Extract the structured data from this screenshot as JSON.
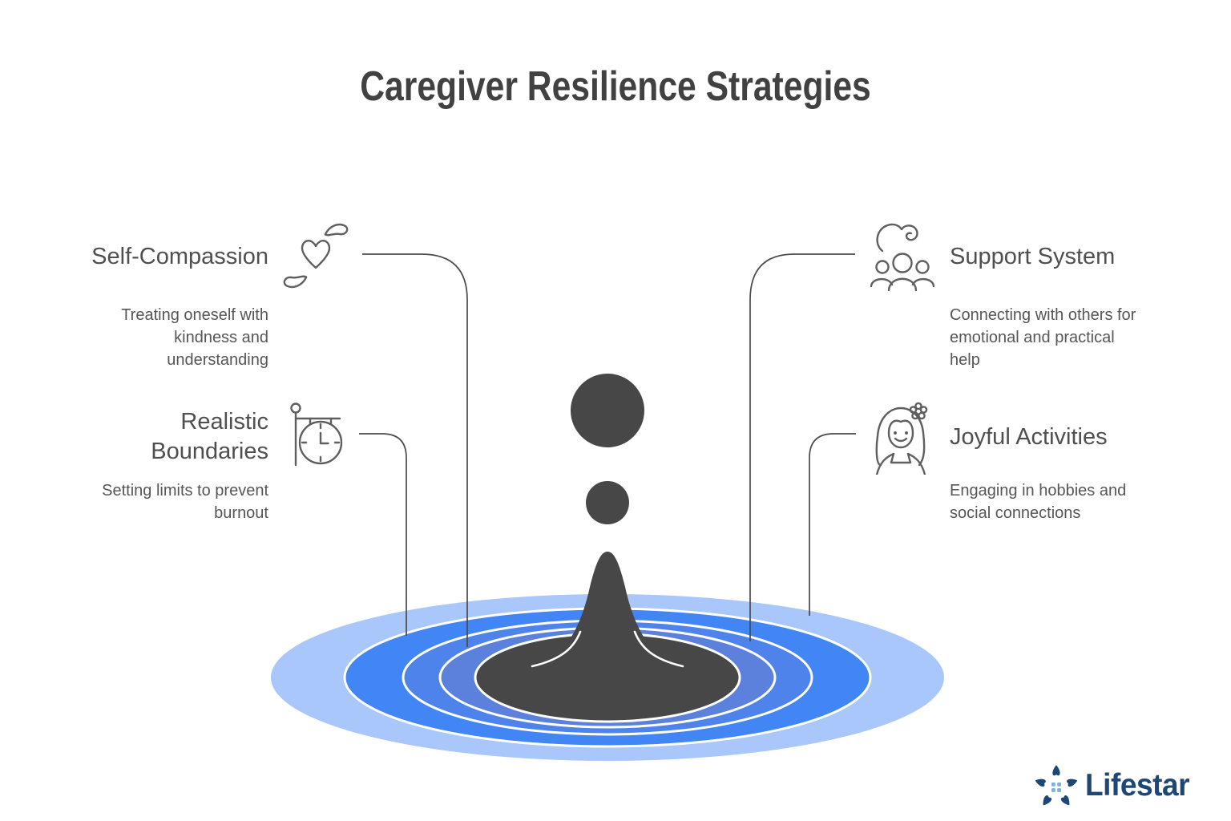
{
  "title": "Caregiver Resilience Strategies",
  "sections": {
    "self_compassion": {
      "title": "Self-Compassion",
      "description": "Treating oneself with kindness and understanding",
      "icon": "hands-holding-heart-icon"
    },
    "realistic_boundaries": {
      "title": "Realistic Boundaries",
      "description": "Setting limits to prevent burnout",
      "icon": "hanging-clock-icon"
    },
    "support_system": {
      "title": "Support System",
      "description": "Connecting with others for emotional and practical help",
      "icon": "hand-over-people-icon"
    },
    "joyful_activities": {
      "title": "Joyful Activities",
      "description": "Engaging in hobbies and social connections",
      "icon": "smiling-woman-flower-icon"
    }
  },
  "illustration": {
    "type": "water-drop-with-ripples"
  },
  "logo": {
    "text": "Lifestar"
  },
  "colors": {
    "title_text": "#414141",
    "heading_text": "#4f4f4f",
    "body_text": "#565656",
    "icon_stroke": "#5f5f5f",
    "connector": "#4a4a4a",
    "ripple_outer": "#a9c7fb",
    "ripple_ring1": "#4285f4",
    "ripple_ring2": "#4f83ec",
    "ripple_ring3": "#5c81dc",
    "drop_dark": "#474747",
    "ripple_stroke": "#ffffff",
    "logo_navy": "#1d4777",
    "logo_window_blue": "#7fb0d8"
  }
}
